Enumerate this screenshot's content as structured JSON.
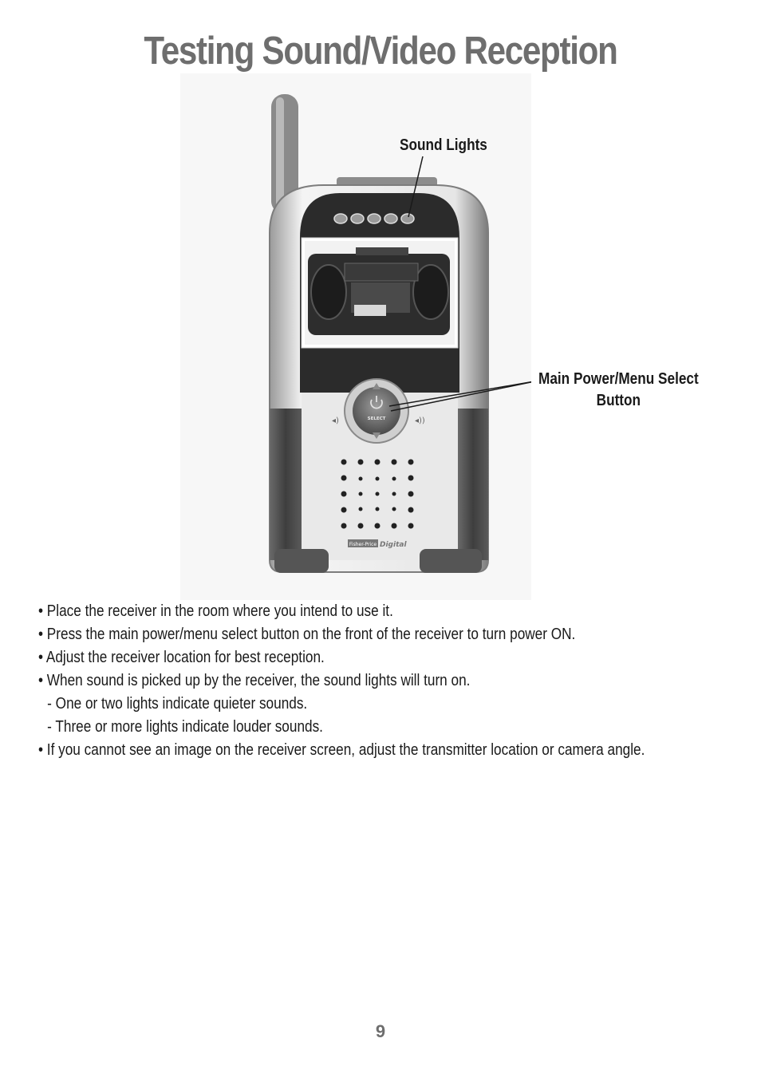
{
  "title": "Testing Sound/Video Reception",
  "figure": {
    "labels": {
      "sound_lights": "Sound Lights",
      "main_power_line1": "Main Power/Menu Select",
      "main_power_line2": "Button"
    },
    "device_text": {
      "select": "SELECT",
      "brand": "Fisher-Price",
      "brand_sub": "Digital"
    },
    "sound_light_count": 5
  },
  "bullets": [
    "• Place the receiver in the room where you intend to use it.",
    "• Press the main power/menu select button on the front of the receiver to turn power ON.",
    "• Adjust the receiver location for best reception.",
    "• When sound is picked up by the receiver, the sound lights will turn on.",
    "-  One or two lights indicate quieter sounds.",
    "-  Three or more lights indicate louder sounds.",
    "• If you cannot see an image on the receiver screen, adjust the transmitter location or camera angle."
  ],
  "page_number": "9"
}
